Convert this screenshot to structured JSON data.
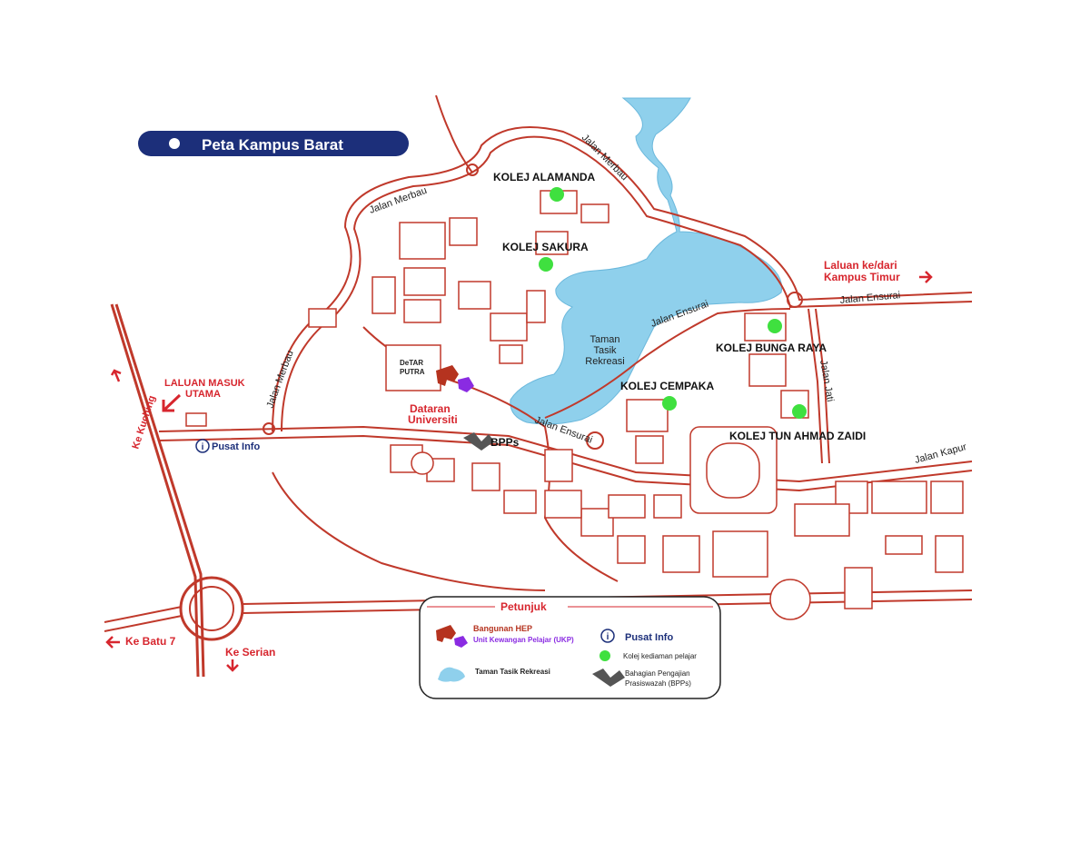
{
  "title": "Peta Kampus Barat",
  "colors": {
    "road": "#c0392b",
    "lake": "#8fd0ec",
    "marker_green": "#3fe03f",
    "title_bar": "#1c2f7a",
    "hep_building": "#b5331f",
    "ukp_building": "#8a2be2",
    "bpps_building": "#555555",
    "accent_red": "#d7262e",
    "info_blue": "#1c2f7a"
  },
  "places": {
    "alamanda": "KOLEJ  ALAMANDA",
    "sakura": "KOLEJ  SAKURA",
    "bunga_raya": "KOLEJ  BUNGA RAYA",
    "cempaka": "KOLEJ  CEMPAKA",
    "tun_ahmad_zaidi": "KOLEJ  TUN AHMAD ZAIDI",
    "lake_line1": "Taman",
    "lake_line2": "Tasik",
    "lake_line3": "Rekreasi",
    "dataran_line1": "Dataran",
    "dataran_line2": "Universiti",
    "dtar_line1": "DeTAR",
    "dtar_line2": "PUTRA",
    "bpps": "BPPs",
    "pusat_info": "Pusat Info"
  },
  "streets": {
    "merbau_1": "Jalan Merbau",
    "merbau_2": "Jalan Merbau",
    "merbau_3": "Jalan Merbau",
    "ensurai_1": "Jalan Ensurai",
    "ensurai_2": "Jalan Ensurai",
    "ensurai_3": "Jalan Ensurai",
    "jati": "Jalan Jati",
    "kapur": "Jalan Kapur"
  },
  "directions": {
    "laluan_masuk_line1": "LALUAN MASUK",
    "laluan_masuk_line2": "UTAMA",
    "laluan_timur_line1": "Laluan ke/dari",
    "laluan_timur_line2": "Kampus Timur",
    "ke_kuching": "Ke Kuching",
    "ke_batu7": "Ke Batu 7",
    "ke_serian": "Ke Serian"
  },
  "legend": {
    "title": "Petunjuk",
    "hep": "Bangunan HEP",
    "ukp": "Unit Kewangan Pelajar (UKP)",
    "info": "Pusat Info",
    "kolej": "Kolej kediaman pelajar",
    "tasik": "Taman Tasik Rekreasi",
    "bpps_line1": "Bahagian Pengajian",
    "bpps_line2": "Prasiswazah (BPPs)",
    "info_icon": "info-icon",
    "kolej_icon": "green-dot-icon"
  }
}
